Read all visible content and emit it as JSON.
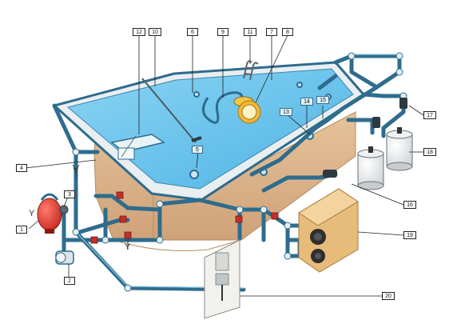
{
  "callouts": {
    "c1": "1",
    "c2": "2",
    "c3": "3",
    "c4": "4",
    "c5": "5",
    "c6": "6",
    "c7": "7",
    "c8": "8",
    "c9": "9",
    "c10": "10",
    "c11": "11",
    "c12": "12",
    "c13": "13",
    "c14": "14",
    "c15": "15",
    "c16": "16",
    "c17": "17",
    "c18": "18",
    "c19": "19",
    "c20": "20"
  },
  "drain_marks": {
    "left": "Y",
    "mid": "Y",
    "low": "Y"
  },
  "colors": {
    "pipe": "#2e6c8d",
    "pipe_highlight": "#8fc8e2",
    "water": "#6ec5ec",
    "pool_wall": "#deb48a",
    "coping": "#e9eef0",
    "heat_pump": "#e7bb79",
    "pump_red": "#d9342b",
    "valve_red": "#c2302a"
  }
}
